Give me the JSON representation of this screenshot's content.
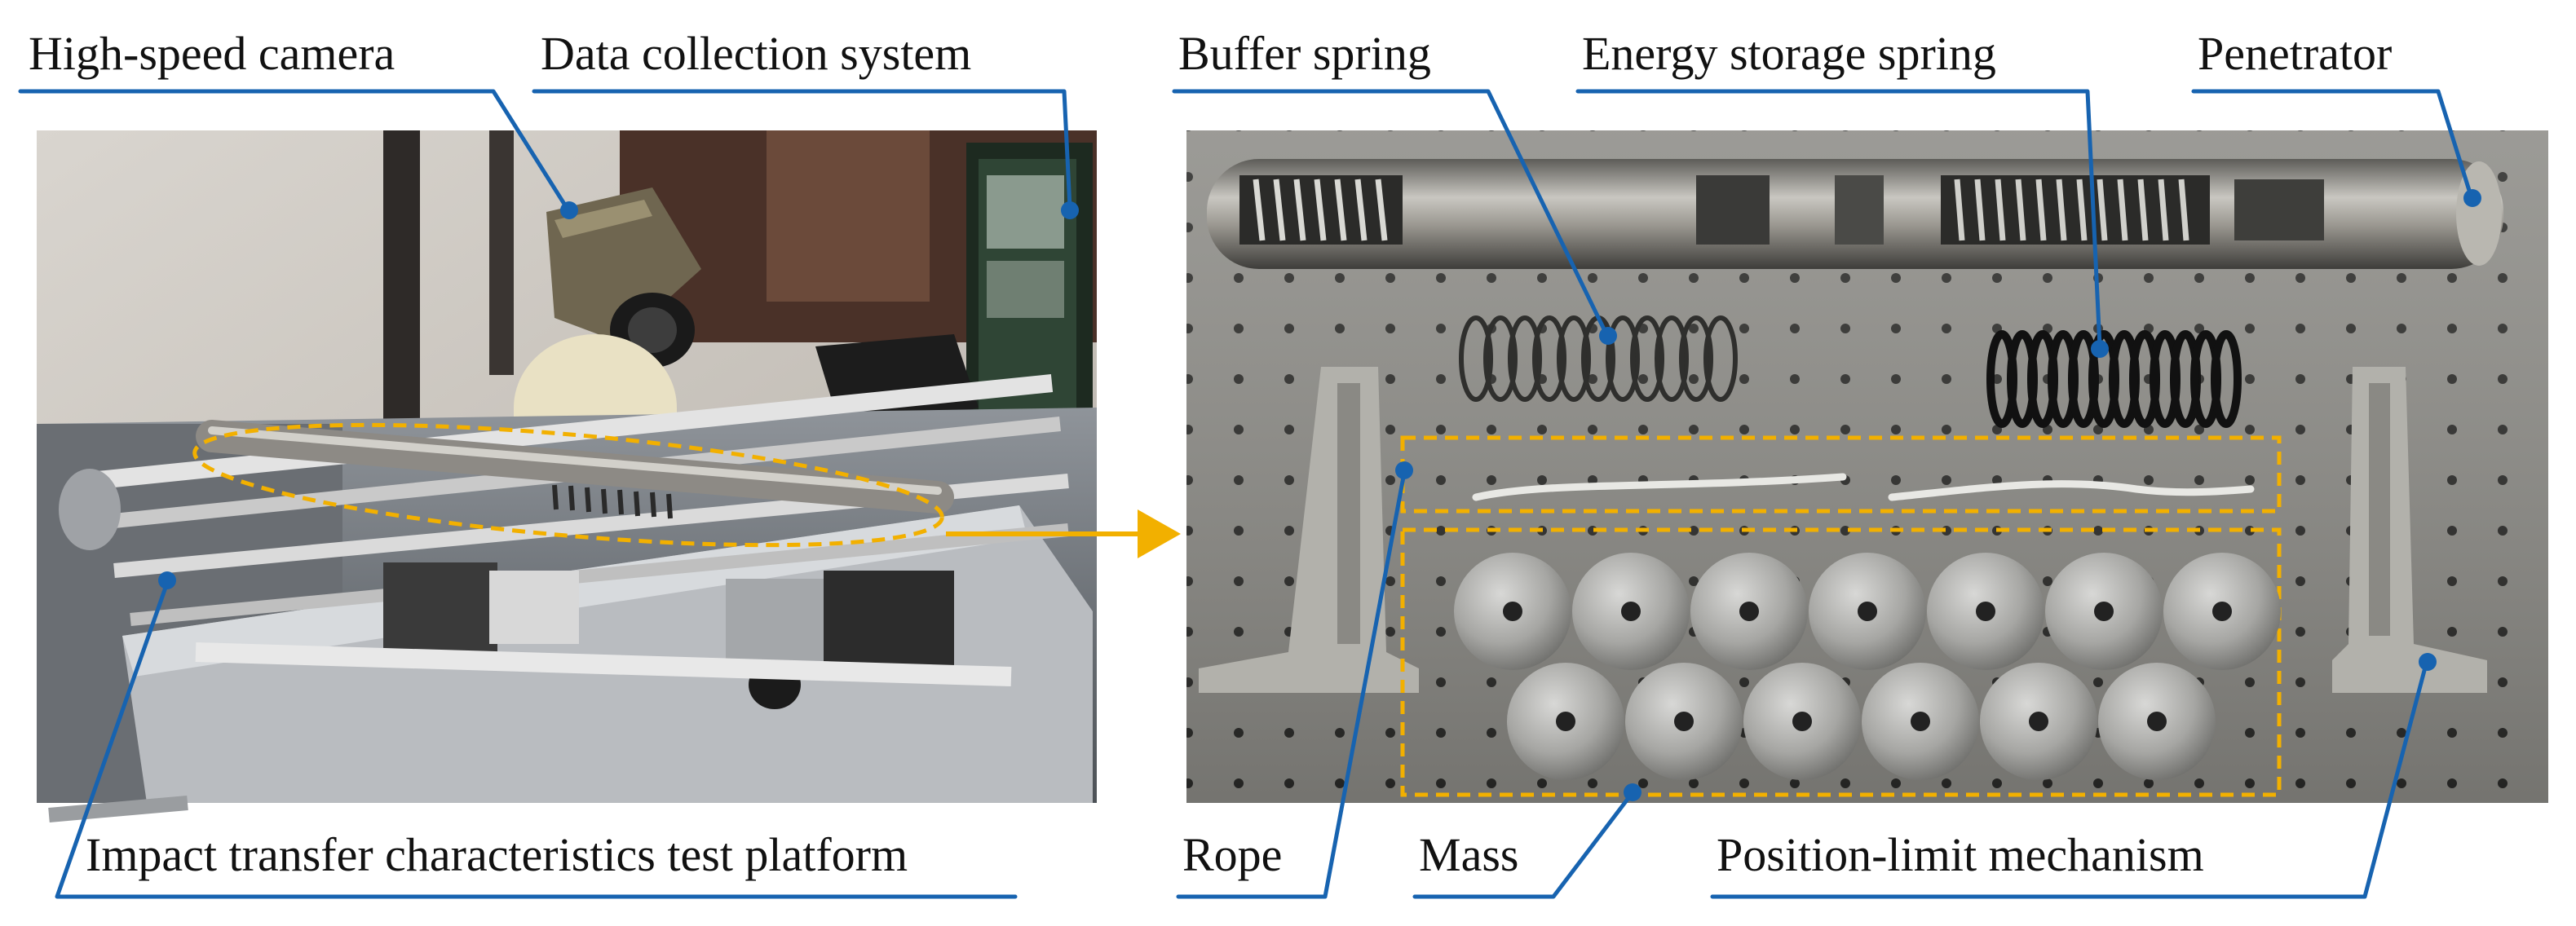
{
  "labels": {
    "high_speed_camera": "High-speed camera",
    "data_collection_system": "Data collection system",
    "test_platform": "Impact transfer characteristics test platform",
    "buffer_spring": "Buffer spring",
    "energy_storage_spring": "Energy storage spring",
    "penetrator": "Penetrator",
    "rope": "Rope",
    "mass": "Mass",
    "position_limit_mechanism": "Position-limit mechanism"
  },
  "colors": {
    "leader_lines": "#1763b0",
    "highlight_dashes": "#f2b000",
    "arrow": "#f2b000"
  },
  "photos": [
    {
      "name": "test-platform-photo",
      "subject": "experimental setup"
    },
    {
      "name": "penetrator-components-photo",
      "subject": "disassembled penetrator"
    }
  ]
}
